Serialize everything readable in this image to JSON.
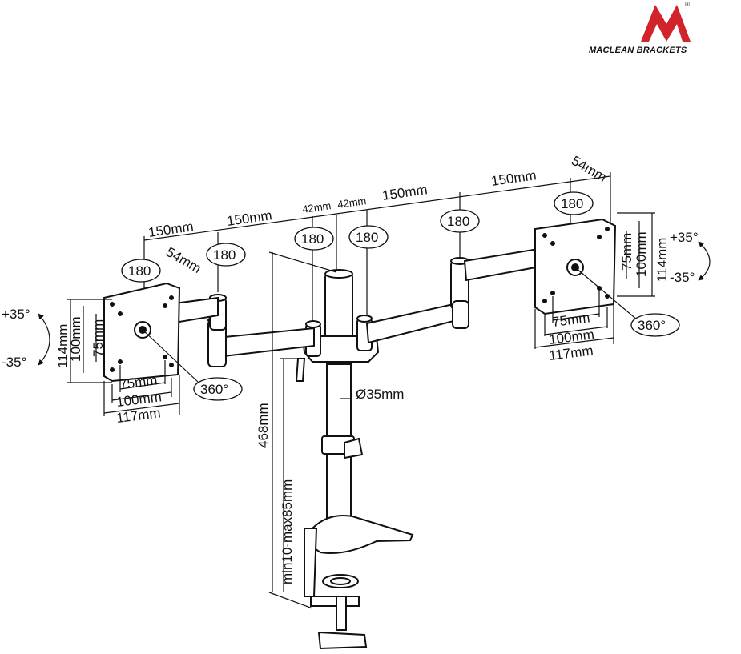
{
  "brand": {
    "logo_text": "MACLEAN BRACKETS",
    "mark": "®",
    "logo_color": "#d2232a"
  },
  "diagram": {
    "top_dims": {
      "left_150a": "150mm",
      "left_150b": "150mm",
      "left_54": "54mm",
      "center_42a": "42mm",
      "center_42b": "42mm",
      "right_150a": "150mm",
      "right_150b": "150mm",
      "right_54": "54mm"
    },
    "rotation_badges": {
      "r180_1": "180",
      "r180_2": "180",
      "r180_3": "180",
      "r180_4": "180",
      "r180_5": "180",
      "r180_6": "180",
      "r360_left": "360°",
      "r360_right": "360°"
    },
    "left_monitor": {
      "tilt_up": "+35°",
      "tilt_down": "-35°",
      "h114": "114mm",
      "h100": "100mm",
      "h75": "75mm",
      "w75": "75mm",
      "w100": "100mm",
      "w117": "117mm"
    },
    "right_monitor": {
      "tilt_up": "+35°",
      "tilt_down": "-35°",
      "h114": "114mm",
      "h100": "100mm",
      "h75": "75mm",
      "w75": "75mm",
      "w100": "100mm",
      "w117": "117mm"
    },
    "pole": {
      "diameter": "Ø35mm",
      "height": "468mm",
      "clamp_range": "min10-max85mm"
    }
  }
}
